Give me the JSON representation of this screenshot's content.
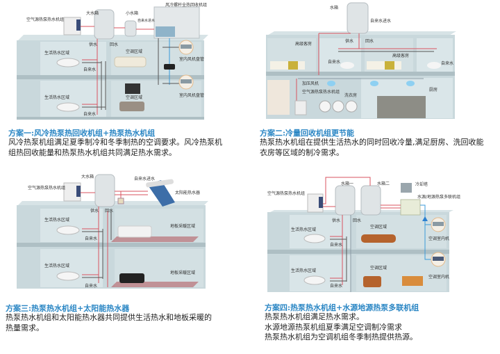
{
  "colors": {
    "caption_title": "#2a86c4",
    "caption_body": "#222222",
    "wall": "#c9d8dc",
    "wall_dark": "#aebfc4",
    "floor": "#b7c8cc",
    "hot_pipe": "#d9535f",
    "cold_pipe": "#555555",
    "ac_pipe": "#3a9ad9"
  },
  "schemes": [
    {
      "id": "scheme-1",
      "title": "方案一:风冷热泵热回收机组+热泵热水机组",
      "body": "风冷热泵机组满足夏季制冷和冬季制热的空调要求。风冷热泵机\n组热回收能量和热泵热水机组共同满足热水需求。",
      "labels": {
        "air_source_unit": "空气源热泵热水机组",
        "big_tank": "大水箱",
        "small_tank": "小水箱",
        "chiller": "风冷螺杆全热回收机组",
        "tap_inlet": "自来水进水",
        "supply": "供水",
        "return": "回水",
        "hot_zone_1": "生活热水区域",
        "hot_zone_2": "生活热水区域",
        "tap_1": "自来水",
        "tap_2": "自来水",
        "ac_zone_1": "空调区域",
        "ac_zone_2": "空调区域",
        "fan_coil_1": "室内风机盘管",
        "fan_coil_2": "室内风机盘管"
      }
    },
    {
      "id": "scheme-2",
      "title": "方案二:冷量回收机组更节能",
      "body": "热泵热水机组在提供生活热水的同时回收冷量,满足厨房、洗回收能\n衣房等区域的制冷需求。",
      "labels": {
        "tank": "水箱",
        "tap_inlet": "自来水进水",
        "supply": "供水",
        "return": "回水",
        "guest_room_1": "高级客房",
        "guest_room_2": "高级客房",
        "tap_1": "自来水",
        "tap_2": "自来水",
        "booster_fan": "加压风机",
        "air_source_unit": "空气源热泵热水机组",
        "laundry": "洗衣房",
        "kitchen": "厨房"
      }
    },
    {
      "id": "scheme-3",
      "title": "方案三:热泵热水机组+太阳能热水器",
      "body": "热泵热水机组和太阳能热水器共同提供生活热水和地板采暖的\n热量需求。",
      "labels": {
        "big_tank": "大水箱",
        "air_source_unit": "空气源热泵热水机组",
        "tap_inlet": "自来水进水",
        "solar_heater": "太阳能热水器",
        "supply": "供水",
        "return": "回水",
        "hot_zone_1": "生活热水区域",
        "hot_zone_2": "生活热水区域",
        "tap_1": "自来水",
        "tap_2": "自来水",
        "floor_heating_1": "地板采暖区域",
        "floor_heating_2": "地板采暖区域"
      }
    },
    {
      "id": "scheme-4",
      "title": "方案四:热泵热水机组+水源地源热泵多联机组",
      "body": "热泵热水机组满足热水需求。\n水源地源热泵机组夏季满足空调制冷需求\n热泵热水机组为空调机组冬季制热提供热源。",
      "labels": {
        "air_source_unit": "空气源热泵热水机组",
        "tank_1": "水箱一",
        "tank_2": "水箱二",
        "cooling_tower": "冷却塔",
        "multi_unit": "水源/地源热泵多联机组",
        "supply": "供水",
        "return": "回水",
        "hot_zone_1": "生活热水区域",
        "hot_zone_2": "生活热水区域",
        "tap_1": "自来水",
        "tap_2": "自来水",
        "ac_zone_1": "空调区域",
        "ac_zone_2": "空调区域",
        "indoor_unit_1": "空调室内机",
        "indoor_unit_2": "空调室内机"
      }
    }
  ]
}
